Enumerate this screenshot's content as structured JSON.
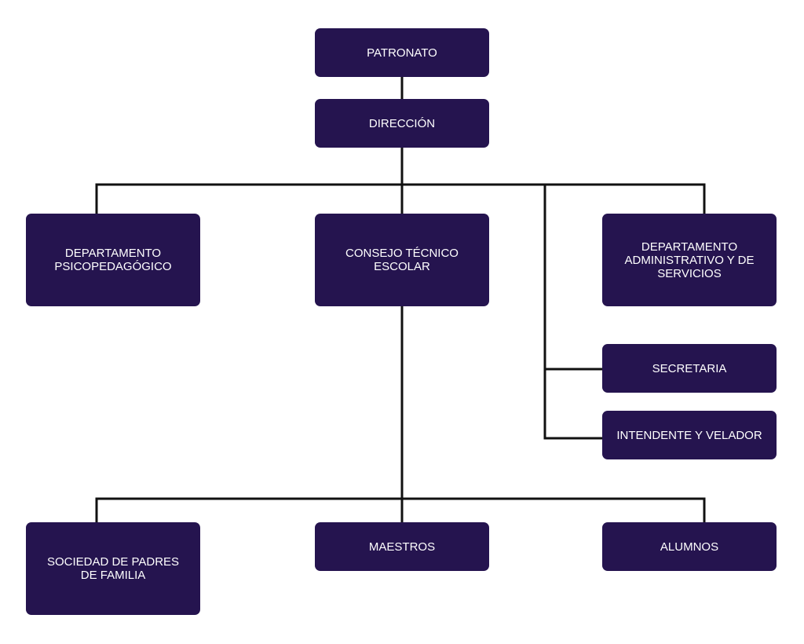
{
  "diagram": {
    "type": "org-chart",
    "colors": {
      "node_fill": "#25144f",
      "node_text": "#ffffff",
      "connector": "#111111",
      "background": "#ffffff"
    },
    "nodes": {
      "patronato": "PATRONATO",
      "direccion": "DIRECCIÓN",
      "depto_psicopedagogico": "DEPARTAMENTO\nPSICOPEDAGÓGICO",
      "consejo_tecnico": "CONSEJO TÉCNICO\nESCOLAR",
      "depto_administrativo": "DEPARTAMENTO\nADMINISTRATIVO Y DE\nSERVICIOS",
      "secretaria": "SECRETARIA",
      "intendente_velador": "INTENDENTE Y VELADOR",
      "sociedad_padres": "SOCIEDAD DE PADRES\nDE FAMILIA",
      "maestros": "MAESTROS",
      "alumnos": "ALUMNOS"
    },
    "edges": [
      [
        "patronato",
        "direccion"
      ],
      [
        "direccion",
        "depto_psicopedagogico"
      ],
      [
        "direccion",
        "consejo_tecnico"
      ],
      [
        "direccion",
        "depto_administrativo"
      ],
      [
        "direccion",
        "secretaria"
      ],
      [
        "direccion",
        "intendente_velador"
      ],
      [
        "consejo_tecnico",
        "sociedad_padres"
      ],
      [
        "consejo_tecnico",
        "maestros"
      ],
      [
        "consejo_tecnico",
        "alumnos"
      ]
    ]
  }
}
